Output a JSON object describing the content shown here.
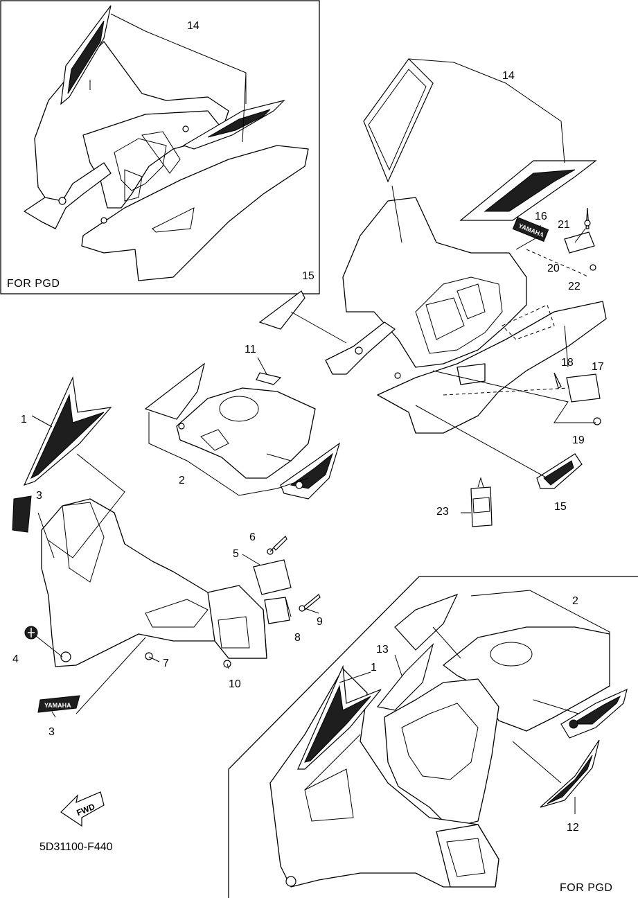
{
  "insets": {
    "top_left_caption": "FOR PGD",
    "bottom_right_caption": "FOR PGD"
  },
  "callouts": {
    "c1a": "1",
    "c1b": "1",
    "c2a": "2",
    "c2b": "2",
    "c3a": "3",
    "c3b": "3",
    "c4": "4",
    "c5": "5",
    "c6": "6",
    "c7": "7",
    "c8": "8",
    "c9": "9",
    "c10": "10",
    "c11": "11",
    "c12": "12",
    "c13": "13",
    "c14a": "14",
    "c14b": "14",
    "c15a": "15",
    "c15b": "15",
    "c16": "16",
    "c17": "17",
    "c18": "18",
    "c19": "19",
    "c20": "20",
    "c21": "21",
    "c22": "22",
    "c23": "23"
  },
  "logo_text": "YAMAHA",
  "fwd_label": "FWD",
  "part_code": "5D31100-F440",
  "icons": [
    "fwd-arrow-icon",
    "tuning-fork-emblem-icon"
  ]
}
